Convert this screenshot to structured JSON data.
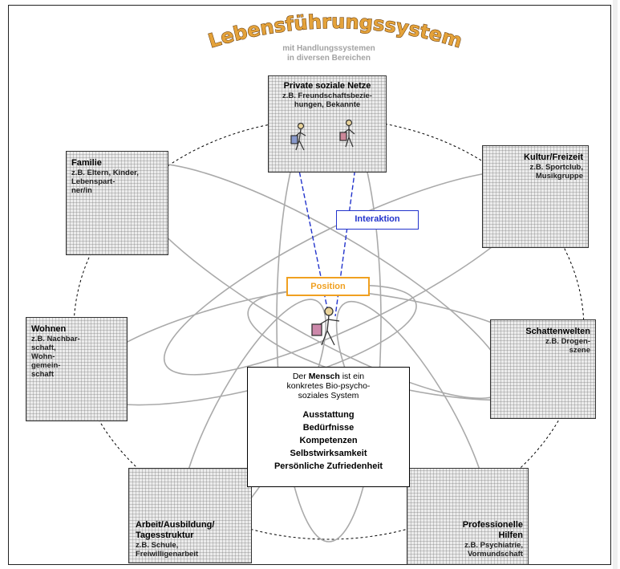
{
  "title": "Lebensführungssystem",
  "subtitle": [
    "mit Handlungssystemen",
    "in diversen Bereichen"
  ],
  "boxes": {
    "private": {
      "heading": "Private soziale Netze",
      "sub": "z.B. Freundschaftsbezie-\nhungen, Bekannte"
    },
    "familie": {
      "heading": "Familie",
      "sub": "z.B. Eltern, Kinder,\nLebenspart-\nner/in"
    },
    "kultur": {
      "heading": "Kultur/Freizeit",
      "sub": "z.B. Sportclub,\nMusikgruppe"
    },
    "wohnen": {
      "heading": "Wohnen",
      "sub": "z.B. Nachbar-\nschaft,\nWohn-\ngemein-\nschaft"
    },
    "schatten": {
      "heading": "Schattenwelten",
      "sub": "z.B. Drogen-\nszene"
    },
    "arbeit": {
      "heading": "Arbeit/Ausbildung/\nTagesstruktur",
      "sub": "z.B. Schule,\nFreiwilligenarbeit"
    },
    "hilfen": {
      "heading": "Professionelle\nHilfen",
      "sub": "z.B. Psychiatrie,\nVormundschaft"
    }
  },
  "labels": {
    "interaktion": "Interaktion",
    "position": "Position"
  },
  "center": {
    "intro_pre": "Der ",
    "intro_bold": "Mensch",
    "intro_post": " ist ein\nkonkretes Bio-psycho-\nsoziales System",
    "items": [
      "Ausstattung",
      "Bedürfnisse",
      "Kompetenzen",
      "Selbstwirksamkeit",
      "Persönliche Zufriedenheit"
    ]
  },
  "colors": {
    "title": "#e4a23a",
    "interaktion": "#2233cc",
    "position": "#f0a020",
    "lines": "#2233cc"
  }
}
